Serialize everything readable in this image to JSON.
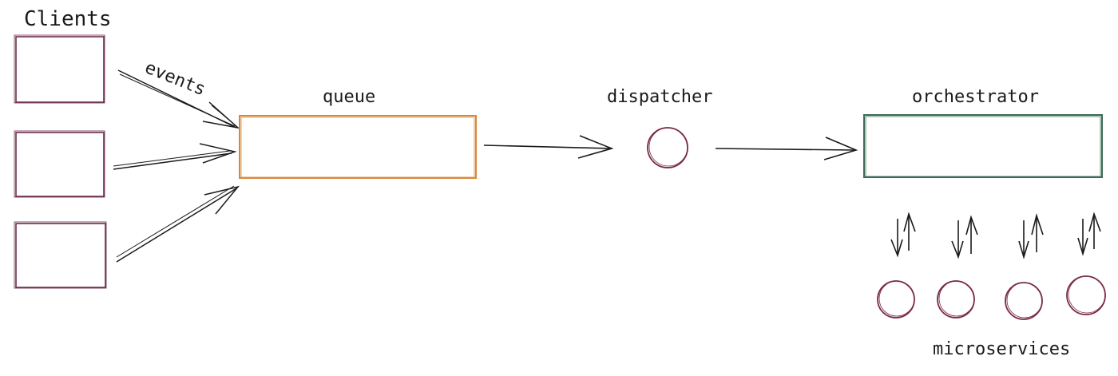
{
  "labels": {
    "clients": "Clients",
    "events": "events",
    "queue": "queue",
    "dispatcher": "dispatcher",
    "orchestrator": "orchestrator",
    "microservices": "microservices"
  },
  "colors": {
    "client_box": "#6b2d4e",
    "queue_box": "#d9883a",
    "dispatcher_node": "#7a2a4a",
    "orchestrator_box": "#3d6b55",
    "microservice_node": "#7a2a4a",
    "arrow": "#1a1a1a"
  }
}
